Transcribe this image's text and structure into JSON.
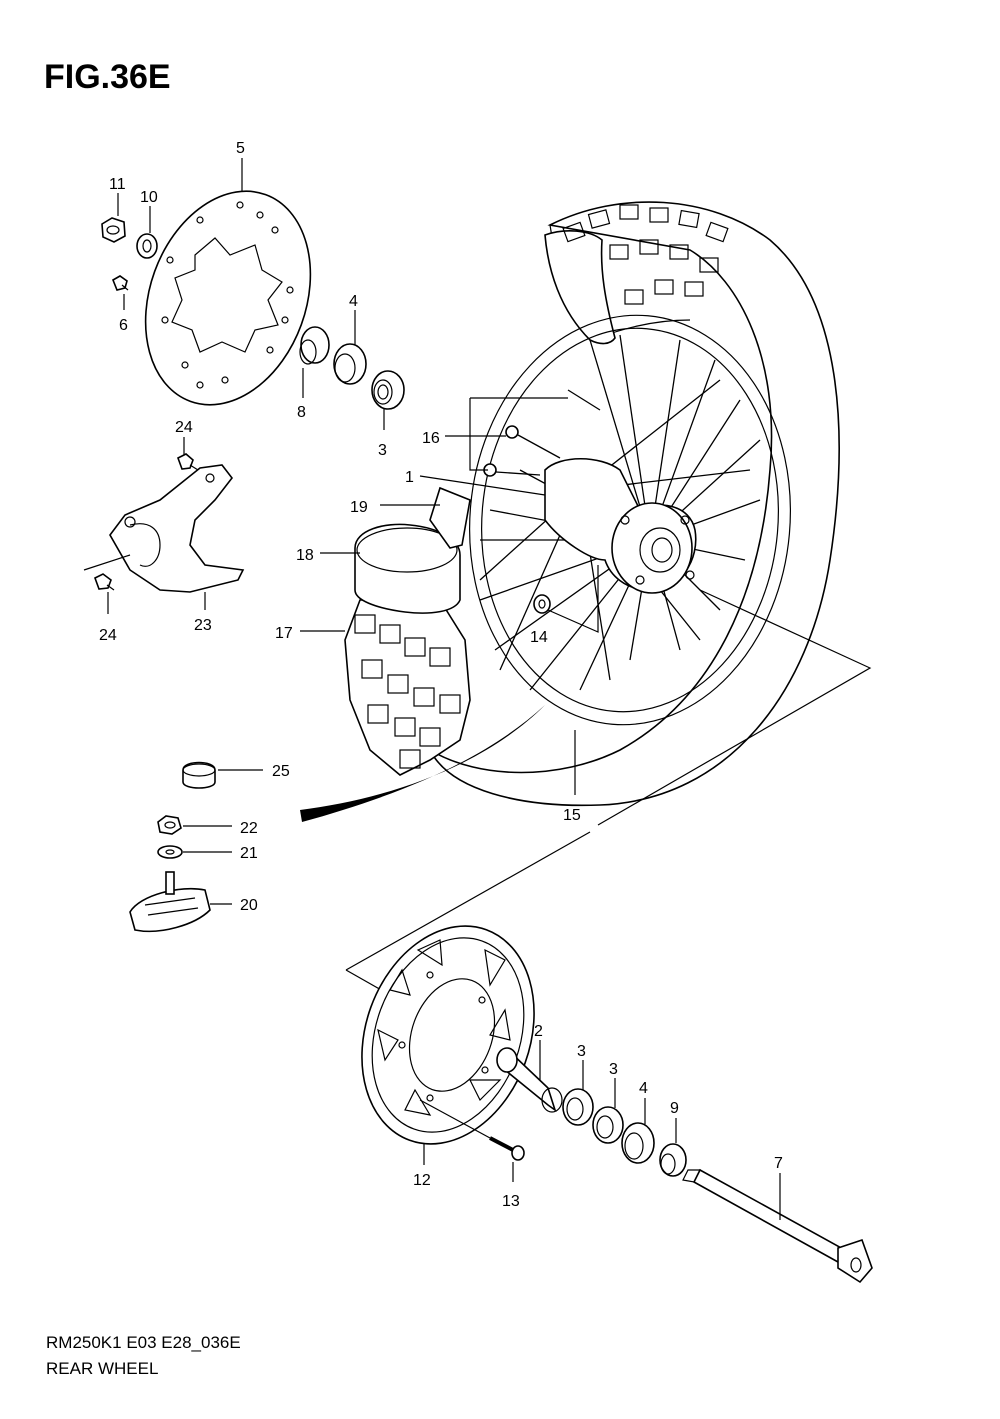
{
  "figure": {
    "title": "FIG.36E",
    "model_code": "RM250K1 E03 E28_036E",
    "name": "REAR WHEEL"
  },
  "callouts": {
    "c1": "1",
    "c2": "2",
    "c3a": "3",
    "c3b": "3",
    "c3c": "3",
    "c4a": "4",
    "c4b": "4",
    "c5": "5",
    "c6": "6",
    "c7": "7",
    "c8": "8",
    "c9": "9",
    "c10": "10",
    "c11": "11",
    "c12": "12",
    "c13": "13",
    "c14": "14",
    "c15": "15",
    "c16": "16",
    "c17": "17",
    "c18": "18",
    "c19": "19",
    "c20": "20",
    "c21": "21",
    "c22": "22",
    "c23": "23",
    "c24a": "24",
    "c24b": "24",
    "c25": "25"
  }
}
